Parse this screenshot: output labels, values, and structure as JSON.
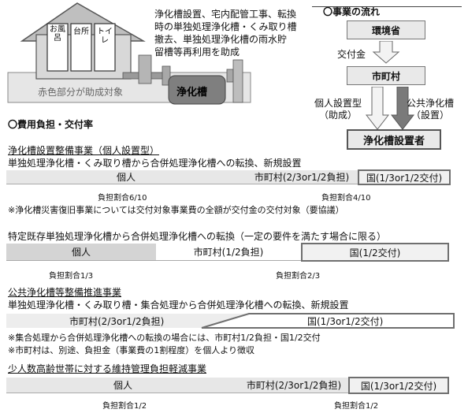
{
  "illustration": {
    "room_labels": [
      "お風呂",
      "台所",
      "トイレ"
    ],
    "tank_label": "浄化槽",
    "subsidy_note": "赤色部分が助成対象",
    "description_lines": [
      "浄化槽設置、宅内配管工事、転換",
      "時の単独処理浄化槽・くみ取り槽",
      "撤去、単独処理浄化槽の雨水貯",
      "留槽等再利用を助成"
    ]
  },
  "flow": {
    "title": "〇事業の流れ",
    "ministry": "環境省",
    "grant_label": "交付金",
    "municipality": "市町村",
    "left_type": "個人設置型",
    "left_type_sub": "（助成）",
    "right_type": "公共浄化槽",
    "right_type_sub": "（設置）",
    "installer": "浄化槽設置者"
  },
  "cost": {
    "heading": "〇費用負担・交付率",
    "sec1": {
      "title": "浄化槽設置整備事業（個人設置型）",
      "subtitle": "単独処理浄化槽・くみ取り槽から合併処理浄化槽への転換、新規設置",
      "bar_individual": "個人",
      "bar_municipality": "市町村(2/3or1/2負担)",
      "bar_national": "国(1/3or1/2交付)",
      "ratio_left": "負担割合6/10",
      "ratio_right": "負担割合4/10",
      "note": "※浄化槽災害復旧事業については交付対象事業費の全額が交付金の交付対象（要協議）"
    },
    "sec2": {
      "title": "特定既存単独処理浄化槽から合併処理浄化槽への転換（一定の要件を満たす場合に限る）",
      "bar_individual": "個人",
      "bar_municipality": "市町村(1/2負担)",
      "bar_national": "国(1/2交付)",
      "ratio_left": "負担割合1/3",
      "ratio_right": "負担割合2/3"
    },
    "sec3": {
      "title": "公共浄化槽等整備推進事業",
      "subtitle": "単独処理浄化槽・くみ取り槽・集合処理から合併処理浄化槽への転換、新規設置",
      "bar_municipality": "市町村(2/3or1/2負担)",
      "bar_national": "国(1/3or1/2交付)",
      "note1": "※集合処理から合併処理浄化槽への転換の場合には、市町村1/2負担・国1/2交付",
      "note2": "※市町村は、別途、負担金（事業費の1割程度）を個人より徴収"
    },
    "sec4": {
      "title": "少人数高齢世帯に対する維持管理負担軽減事業",
      "bar_individual": "個人",
      "bar_municipality": "市町村(2/3or1/2負担)",
      "bar_national": "国(1/3or1/2交付)",
      "ratio_left": "負担割合1/2",
      "ratio_right": "負担割合1/2"
    }
  }
}
